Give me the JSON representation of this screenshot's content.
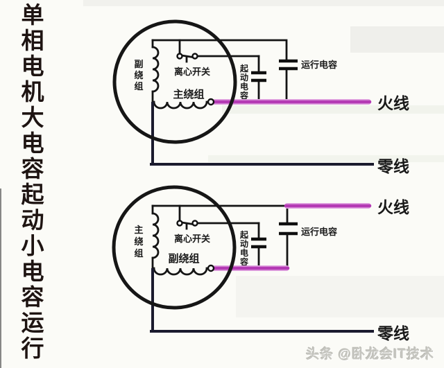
{
  "banner": {
    "text": "单相电机大电容起动小电容运行"
  },
  "colors": {
    "live_wire": "#b43ab4",
    "live_wire_glow": "#dfa0df",
    "neutral_wire": "#1b1b2e",
    "feed_wire": "#4a1a18",
    "wire_black": "#141414"
  },
  "top_circuit": {
    "left_winding_chars": [
      "副",
      "绕",
      "组"
    ],
    "switch_label": "离心开关",
    "bottom_winding_label": "主绕组",
    "start_cap_chars": [
      "起",
      "动",
      "电",
      "容"
    ],
    "run_cap_label": "运行电容",
    "live_label": "火线",
    "neutral_label": "零线"
  },
  "bottom_circuit": {
    "left_winding_chars": [
      "主",
      "绕",
      "组"
    ],
    "switch_label": "离心开关",
    "bottom_winding_label": "副绕组",
    "start_cap_chars": [
      "起",
      "动",
      "电",
      "容"
    ],
    "run_cap_label": "运行电容",
    "live_label": "火线",
    "neutral_label": "零线"
  },
  "watermark": {
    "text": "头条 @卧龙会IT技术"
  }
}
